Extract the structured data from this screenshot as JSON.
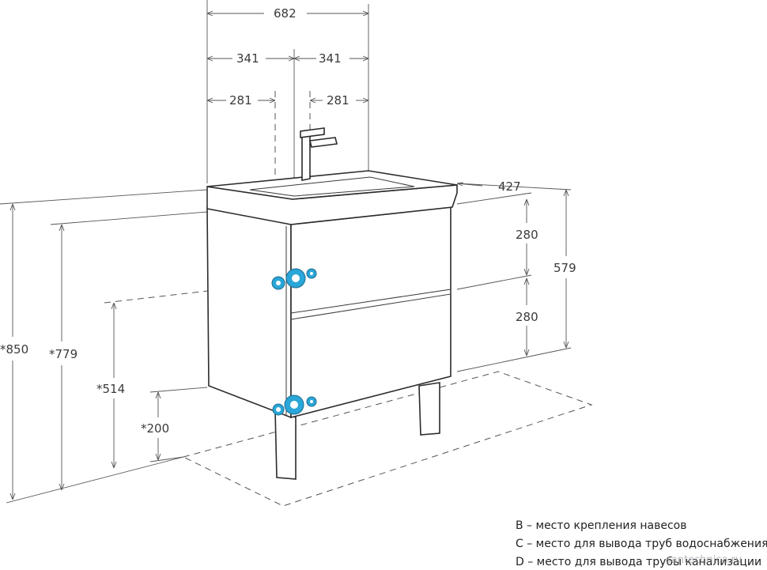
{
  "dimensions": {
    "overall_width": "682",
    "half_width_left": "341",
    "half_width_right": "341",
    "offset_left": "281",
    "offset_right": "281",
    "depth": "427",
    "drawer_upper": "280",
    "drawer_lower": "280",
    "cabinet_height": "579",
    "total_height": "*850",
    "top_height": "*779",
    "hanger_height": "*514",
    "pipe_height": "*200"
  },
  "legend": {
    "b": "B – место крепления навесов",
    "c": "C – место для вывода труб водоснабжения",
    "d": "D – место для вывода трубы канализации"
  },
  "watermark": "santechnica.ru",
  "colors": {
    "line": "#3a3a3a",
    "marker": "#2aa6d8"
  }
}
